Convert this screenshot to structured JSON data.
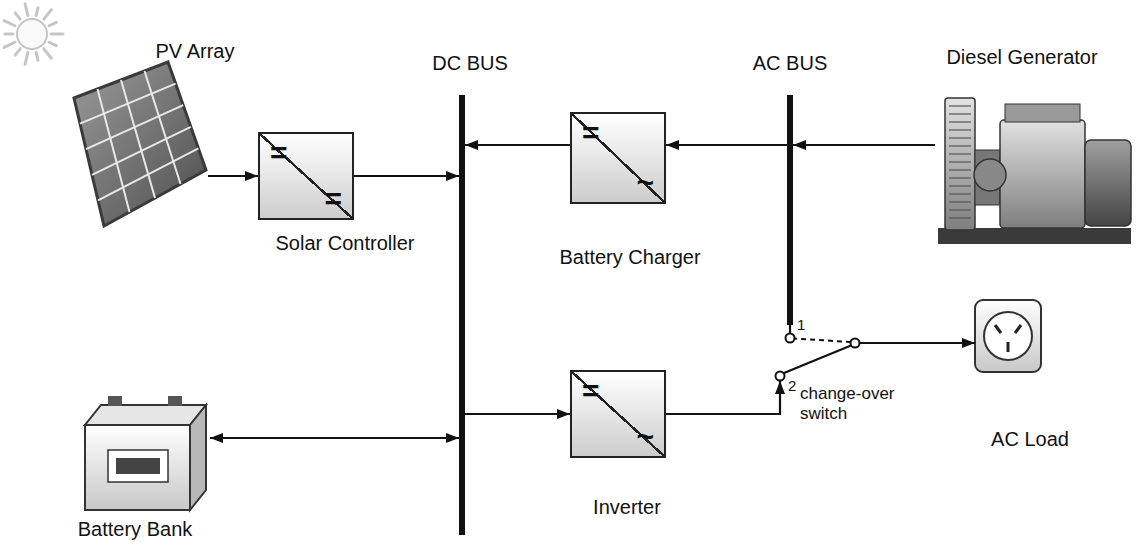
{
  "diagram": {
    "nodes": [
      {
        "text": [
          "PV Array"
        ]
      },
      {
        "text": [
          "DC BUS"
        ]
      },
      {
        "text": [
          "AC BUS"
        ]
      },
      {
        "text": [
          "Diesel Generator"
        ]
      },
      {
        "text": [
          "=",
          "=",
          "Solar Controller"
        ]
      },
      {
        "text": [
          "=",
          "~",
          "Battery Charger"
        ]
      },
      {
        "text": [
          "Battery Bank"
        ]
      },
      {
        "text": [
          "=",
          "~",
          "Inverter"
        ]
      },
      {
        "text": [
          "1",
          "2",
          "change-over switch"
        ]
      },
      {
        "text": [
          "AC Load"
        ]
      }
    ],
    "edges": [
      {
        "from": 0,
        "to": 4,
        "arrow": "to"
      },
      {
        "from": 4,
        "to": 1,
        "arrow": "to"
      },
      {
        "from": 3,
        "to": 2,
        "arrow": "to"
      },
      {
        "from": 2,
        "to": 5,
        "arrow": "to"
      },
      {
        "from": 5,
        "to": 1,
        "arrow": "to"
      },
      {
        "from": 6,
        "to": 1,
        "arrow": "both"
      },
      {
        "from": 1,
        "to": 7,
        "arrow": "to"
      },
      {
        "from": 7,
        "to": 8,
        "arrow": "to"
      },
      {
        "from": 2,
        "to": 8,
        "arrow": "none"
      },
      {
        "from": 8,
        "to": 9,
        "arrow": "to"
      }
    ]
  }
}
